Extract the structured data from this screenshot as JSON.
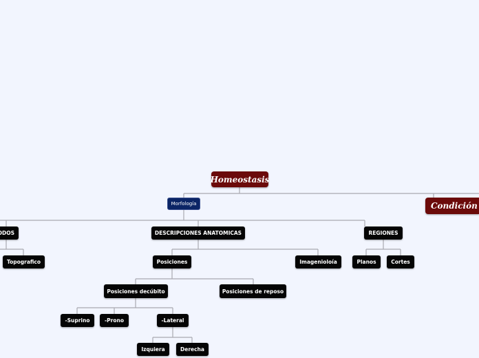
{
  "root": {
    "label": "Homeostasis"
  },
  "morfologia": {
    "label": "Morfología"
  },
  "metodos": {
    "label": "MÉTODOS"
  },
  "topografico": {
    "label": "Topografico"
  },
  "descripciones": {
    "label": "DESCRIPCIONES ANATOMICAS"
  },
  "posiciones": {
    "label": "Posiciones"
  },
  "imagenologia": {
    "label": "Imagenioloía"
  },
  "posiciones_decubito": {
    "label": "Posiciones decúbito"
  },
  "posiciones_reposo": {
    "label": "Posiciones de reposo"
  },
  "suprino": {
    "label": "-Suprino"
  },
  "prono": {
    "label": "-Prono"
  },
  "lateral": {
    "label": "-Lateral"
  },
  "izquiera": {
    "label": "Izquiera"
  },
  "derecha": {
    "label": "Derecha"
  },
  "regiones": {
    "label": "REGIONES"
  },
  "planos": {
    "label": "Planos"
  },
  "cortes": {
    "label": "Cortes"
  },
  "condicion": {
    "label": "Condición in"
  },
  "colors": {
    "background": "#f2f5fe",
    "root_fill": "#6b0a0a",
    "topic_fill": "#050505",
    "morfologia_fill": "#0b2566",
    "connector": "#a9a9b0"
  }
}
